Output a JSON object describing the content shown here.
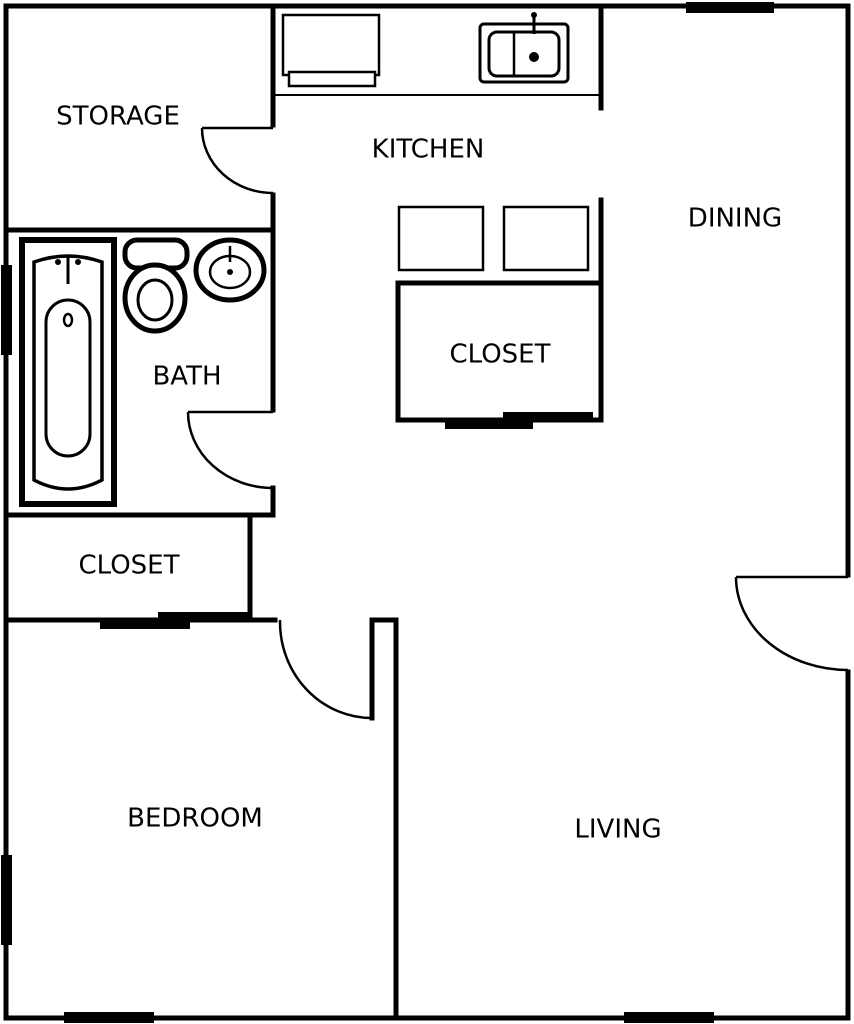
{
  "floor_plan": {
    "rooms": {
      "storage": "STORAGE",
      "kitchen": "KITCHEN",
      "dining": "DINING",
      "bath": "BATH",
      "closet_center": "CLOSET",
      "closet_left": "CLOSET",
      "bedroom": "BEDROOM",
      "living": "LIVING"
    }
  }
}
